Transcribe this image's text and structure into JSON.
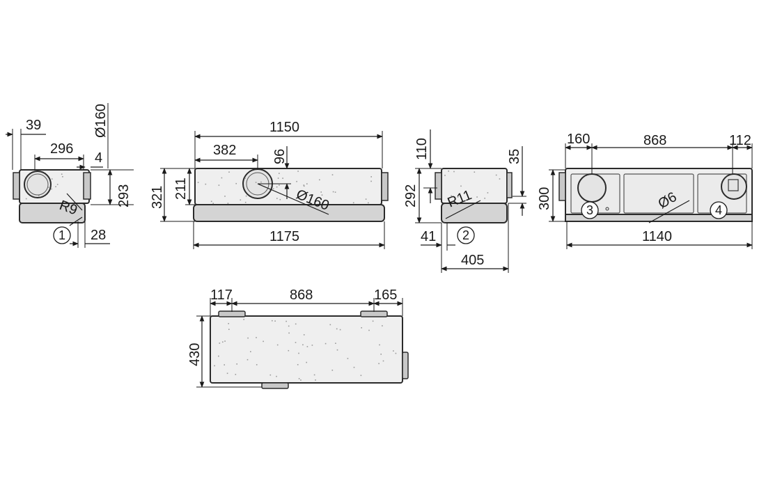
{
  "diagram": {
    "front_view": {
      "dims": {
        "top_offset": "39",
        "duct_diameter": "Ø160",
        "width": "296",
        "small_offset": "4",
        "height": "293",
        "radius": "R9",
        "bottom_offset": "28"
      },
      "callout": "1"
    },
    "top_view": {
      "dims": {
        "overall_width": "1150",
        "spigot_offset": "382",
        "spigot_depth": "96",
        "duct_diameter": "Ø160",
        "height_total": "321",
        "height_upper": "211",
        "base_width": "1175"
      }
    },
    "side_view": {
      "dims": {
        "top_offset": "110",
        "right_offset": "35",
        "height": "292",
        "radius": "R11",
        "left_offset": "41",
        "depth": "405"
      },
      "callout": "2"
    },
    "rear_view": {
      "dims": {
        "left": "160",
        "middle": "868",
        "right": "112",
        "height": "300",
        "drain": "Ø6",
        "width": "1140"
      },
      "callouts": [
        "3",
        "4"
      ]
    },
    "plan_view": {
      "dims": {
        "left": "117",
        "middle": "868",
        "right": "165",
        "depth": "430"
      }
    }
  }
}
